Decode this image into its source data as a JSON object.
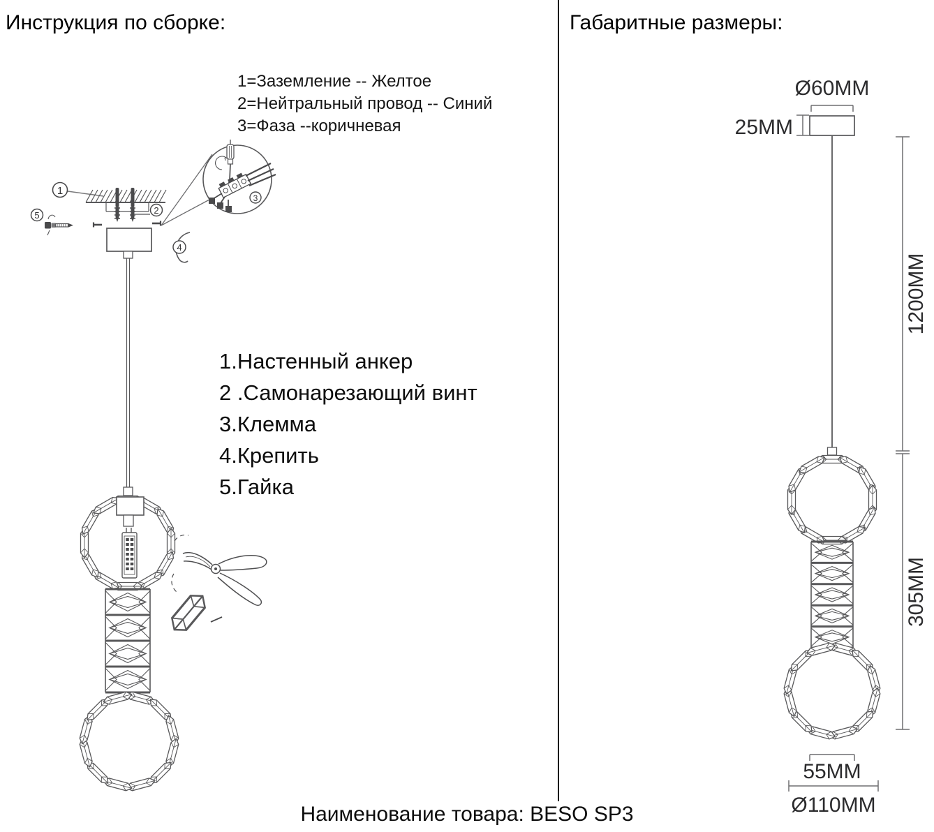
{
  "left_panel": {
    "title": "Инструкция по сборке:",
    "wiring_legend": [
      "1=Заземление -- Желтое",
      "2=Нейтральный провод -- Синий",
      "3=Фаза --коричневая"
    ],
    "parts_list": [
      "1.Настенный анкер",
      "2 .Самонарезающий винт",
      "3.Клемма",
      "4.Крепить",
      "5.Гайка"
    ],
    "markers": [
      "1",
      "2",
      "3",
      "4",
      "5"
    ]
  },
  "right_panel": {
    "title": "Габаритные размеры:",
    "dimensions": {
      "canopy_diameter": "Ø60MM",
      "canopy_height": "25MM",
      "suspension_length": "1200MM",
      "fixture_height": "305MM",
      "column_width": "55MM",
      "shade_diameter": "Ø110MM"
    }
  },
  "footer": {
    "text": "Наименование товара: BESO SP3"
  },
  "colors": {
    "line": "#58585a",
    "dark": "#4a4a4c",
    "dim_line": "#6e6e70"
  }
}
